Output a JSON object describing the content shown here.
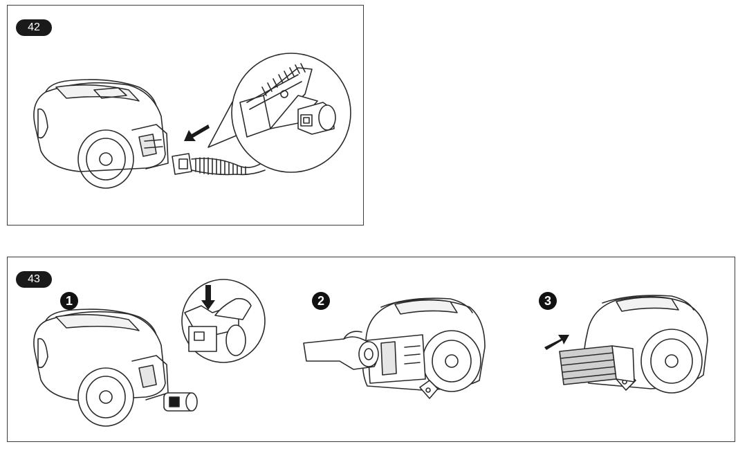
{
  "figures": [
    {
      "badge": "42"
    },
    {
      "badge": "43",
      "steps": [
        "1",
        "2",
        "3"
      ]
    }
  ],
  "icons": {
    "arrow": "arrow-icon",
    "vacuum": "vacuum-cleaner-icon",
    "hand": "hand-icon",
    "filter": "filter-icon"
  },
  "colors": {
    "ink": "#1a1a1a",
    "line": "#3a3a3a",
    "fill": "#ffffff",
    "shade": "#cfcfcf"
  }
}
